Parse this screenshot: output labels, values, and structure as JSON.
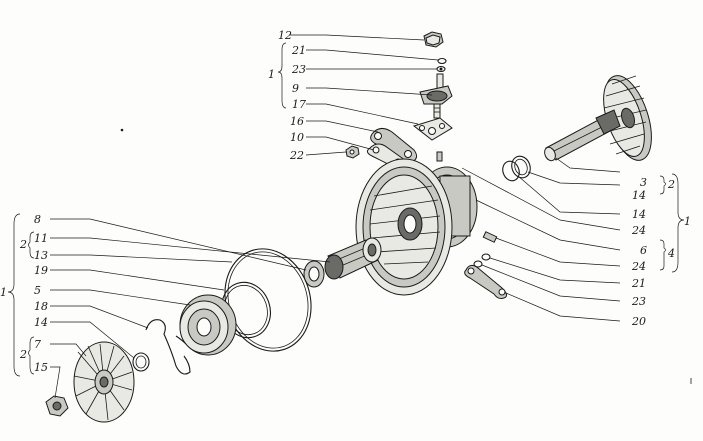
{
  "labels": {
    "lbl_12": "12",
    "lbl_21_top": "21",
    "lbl_23_top": "23",
    "lbl_9": "9",
    "lbl_17": "17",
    "lbl_16": "16",
    "lbl_10": "10",
    "lbl_22": "22",
    "lbl_group1_top": "1",
    "lbl_8": "8",
    "lbl_11": "11",
    "lbl_13": "13",
    "lbl_19": "19",
    "lbl_5": "5",
    "lbl_18": "18",
    "lbl_14_left": "14",
    "lbl_7": "7",
    "lbl_15": "15",
    "lbl_group2_a": "2",
    "lbl_group1_left": "1",
    "lbl_group2_b": "2",
    "lbl_3": "3",
    "lbl_14_r1": "14",
    "lbl_14_r2": "14",
    "lbl_6": "6",
    "lbl_24_r1": "24",
    "lbl_24_r2": "24",
    "lbl_21_right": "21",
    "lbl_23_right": "23",
    "lbl_20": "20",
    "lbl_2_right": "2",
    "lbl_4_right": "4",
    "lbl_1_right": "1"
  },
  "colors": {
    "ink": "#1a1a1a",
    "paper": "#fdfdfb"
  }
}
